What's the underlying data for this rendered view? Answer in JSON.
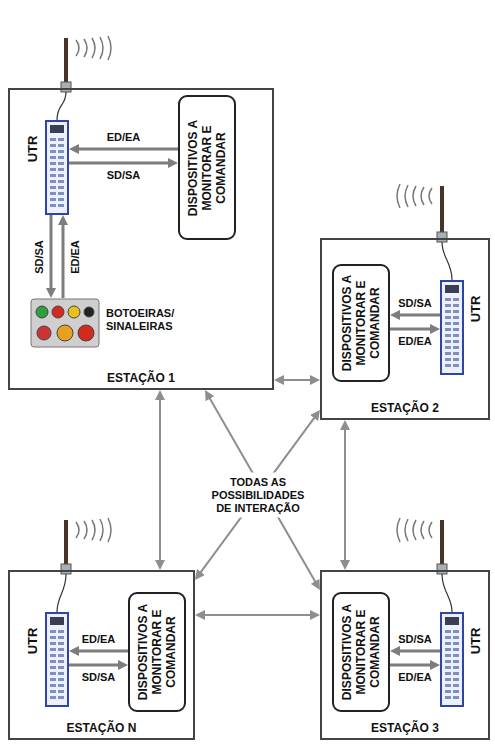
{
  "diagram": {
    "nodes": [
      {
        "text": [
          "ESTAÇÃO 1"
        ]
      },
      {
        "text": [
          "UTR"
        ],
        "in": 0
      },
      {
        "text": [
          "DISPOSITIVOS A MONITORAR E COMANDAR"
        ],
        "in": 0
      },
      {
        "text": [
          "BOTOEIRAS/ SINALEIRAS"
        ],
        "in": 0
      },
      {
        "text": [
          "ESTAÇÃO 2"
        ]
      },
      {
        "text": [
          "DISPOSITIVOS A MONITORAR E COMANDAR"
        ],
        "in": 4
      },
      {
        "text": [
          "UTR"
        ],
        "in": 4
      },
      {
        "text": [
          "ESTAÇÃO N"
        ]
      },
      {
        "text": [
          "UTR"
        ],
        "in": 7
      },
      {
        "text": [
          "DISPOSITIVOS A MONITORAR E COMANDAR"
        ],
        "in": 7
      },
      {
        "text": [
          "ESTAÇÃO 3"
        ]
      },
      {
        "text": [
          "DISPOSITIVOS A MONITORAR E COMANDAR"
        ],
        "in": 10
      },
      {
        "text": [
          "UTR"
        ],
        "in": 10
      }
    ],
    "edges": [
      {
        "from": 2,
        "to": 1,
        "label": "ED/EA",
        "arrow": "to"
      },
      {
        "from": 1,
        "to": 2,
        "label": "SD/SA",
        "arrow": "to"
      },
      {
        "from": 1,
        "to": 3,
        "label": "SD/SA",
        "arrow": "to"
      },
      {
        "from": 3,
        "to": 1,
        "label": "ED/EA",
        "arrow": "to"
      },
      {
        "from": 6,
        "to": 5,
        "label": "SD/SA",
        "arrow": "to"
      },
      {
        "from": 5,
        "to": 6,
        "label": "ED/EA",
        "arrow": "to"
      },
      {
        "from": 9,
        "to": 8,
        "label": "ED/EA",
        "arrow": "to"
      },
      {
        "from": 8,
        "to": 9,
        "label": "SD/SA",
        "arrow": "to"
      },
      {
        "from": 12,
        "to": 11,
        "label": "SD/SA",
        "arrow": "to"
      },
      {
        "from": 11,
        "to": 12,
        "label": "ED/EA",
        "arrow": "to"
      },
      {
        "from": 0,
        "to": 4,
        "arrow": "both"
      },
      {
        "from": 0,
        "to": 7,
        "arrow": "both"
      },
      {
        "from": 0,
        "to": 10,
        "arrow": "both"
      },
      {
        "from": 4,
        "to": 7,
        "arrow": "both"
      },
      {
        "from": 4,
        "to": 10,
        "arrow": "both"
      },
      {
        "from": 7,
        "to": 10,
        "arrow": "both"
      }
    ],
    "labels": [
      "TODAS AS POSSIBILIDADES DE INTERAÇÃO"
    ]
  }
}
